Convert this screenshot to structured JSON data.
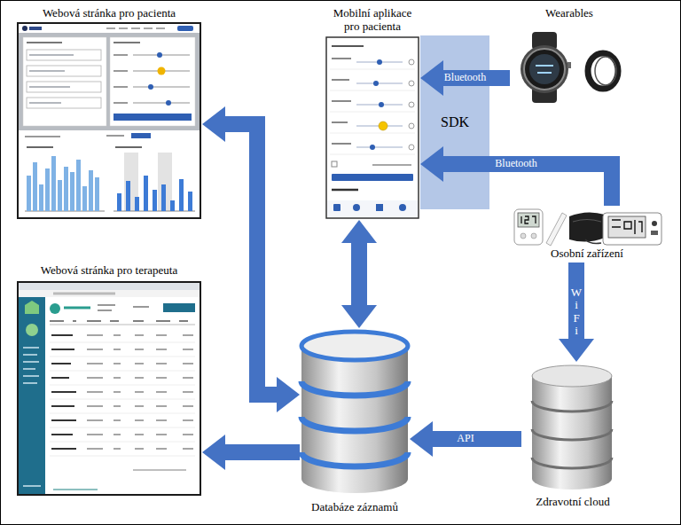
{
  "diagram": {
    "nodes": [
      {
        "text": [
          "Webová stránka pro pacienta"
        ]
      },
      {
        "text": [
          "Mobilní aplikace pro pacienta"
        ]
      },
      {
        "text": [
          "Wearables"
        ]
      },
      {
        "text": [
          "SDK"
        ]
      },
      {
        "text": [
          "Osobní zařízení"
        ]
      },
      {
        "text": [
          "Zdravotní cloud"
        ]
      },
      {
        "text": [
          "Databáze záznamů"
        ]
      },
      {
        "text": [
          "Webová stránka pro terapeuta"
        ]
      }
    ],
    "edges": [
      {
        "from": 2,
        "to": 1,
        "arrow": "to",
        "label": "Bluetooth"
      },
      {
        "from": 4,
        "to": 1,
        "arrow": "to",
        "label": "Bluetooth"
      },
      {
        "from": 4,
        "to": 5,
        "arrow": "to",
        "label": "W i F i"
      },
      {
        "from": 5,
        "to": 6,
        "arrow": "to",
        "label": "API"
      },
      {
        "from": 1,
        "to": 6,
        "arrow": "both"
      },
      {
        "from": 0,
        "to": 6,
        "arrow": "both"
      },
      {
        "from": 6,
        "to": 7,
        "arrow": "to"
      }
    ]
  }
}
